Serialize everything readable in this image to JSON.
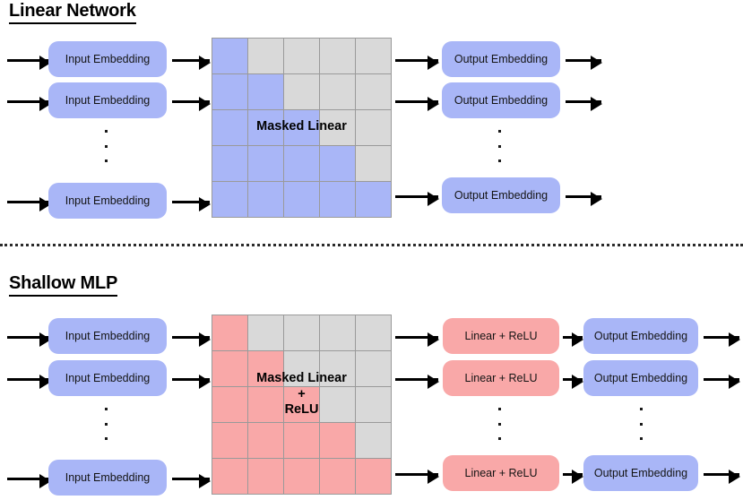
{
  "sections": [
    {
      "id": "linear-network",
      "title": "Linear Network",
      "input_label": "Input Embedding",
      "output_label": "Output Embedding",
      "matrix_label": "Masked Linear",
      "matrix_color": "#a9b6f7",
      "matrix_off_color": "#d9d9d9",
      "rows": 5,
      "cols": 5,
      "mask": [
        [
          1,
          0,
          0,
          0,
          0
        ],
        [
          1,
          1,
          0,
          0,
          0
        ],
        [
          1,
          1,
          1,
          0,
          0
        ],
        [
          1,
          1,
          1,
          1,
          0
        ],
        [
          1,
          1,
          1,
          1,
          1
        ]
      ]
    },
    {
      "id": "shallow-mlp",
      "title": "Shallow MLP",
      "input_label": "Input Embedding",
      "hidden_label": "Linear + ReLU",
      "output_label": "Output Embedding",
      "matrix_label": "Masked Linear\n+\nReLU",
      "matrix_color": "#f9a8a8",
      "matrix_off_color": "#d9d9d9",
      "rows": 5,
      "cols": 5,
      "mask": [
        [
          1,
          0,
          0,
          0,
          0
        ],
        [
          1,
          1,
          0,
          0,
          0
        ],
        [
          1,
          1,
          1,
          0,
          0
        ],
        [
          1,
          1,
          1,
          1,
          0
        ],
        [
          1,
          1,
          1,
          1,
          1
        ]
      ]
    }
  ],
  "colors": {
    "embedding_blue": "#a9b6f7",
    "relu_red": "#f9a8a8",
    "masked_gray": "#d9d9d9",
    "grid_line": "#9a9a9a",
    "arrow_black": "#000000",
    "background": "#ffffff"
  },
  "ellipsis_glyph": "vertical-ellipsis"
}
